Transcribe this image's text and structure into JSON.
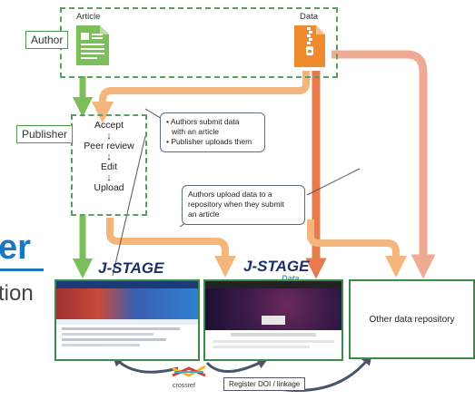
{
  "author_label": "Author",
  "publisher_label": "Publisher",
  "article_label": "Article",
  "data_label": "Data",
  "workflow_steps": [
    "Accept",
    "Peer review",
    "Edit",
    "Upload"
  ],
  "step_arrow": "↓",
  "callout_publisher": [
    "• Authors submit data",
    "  with an article",
    "• Publisher uploads them"
  ],
  "callout_author": [
    "Authors upload data to a",
    "repository when they submit",
    "an article"
  ],
  "left_fragment_big": "er",
  "left_fragment_small": "tion",
  "jstage_logo": "J-STAGE",
  "jstage_data_logo": "J-STAGE",
  "jstage_data_sub": "Data",
  "other_repo_label": "Other data repository",
  "crossref_label": "crossref",
  "register_label": "Register DOI / linkage",
  "colors": {
    "green": "#7cbf5a",
    "orange_light": "#f4b67a",
    "orange_dark": "#e87b4e",
    "salmon": "#eeaa93",
    "dashed_border": "#5aa060",
    "blue_text": "#1a78c2"
  }
}
